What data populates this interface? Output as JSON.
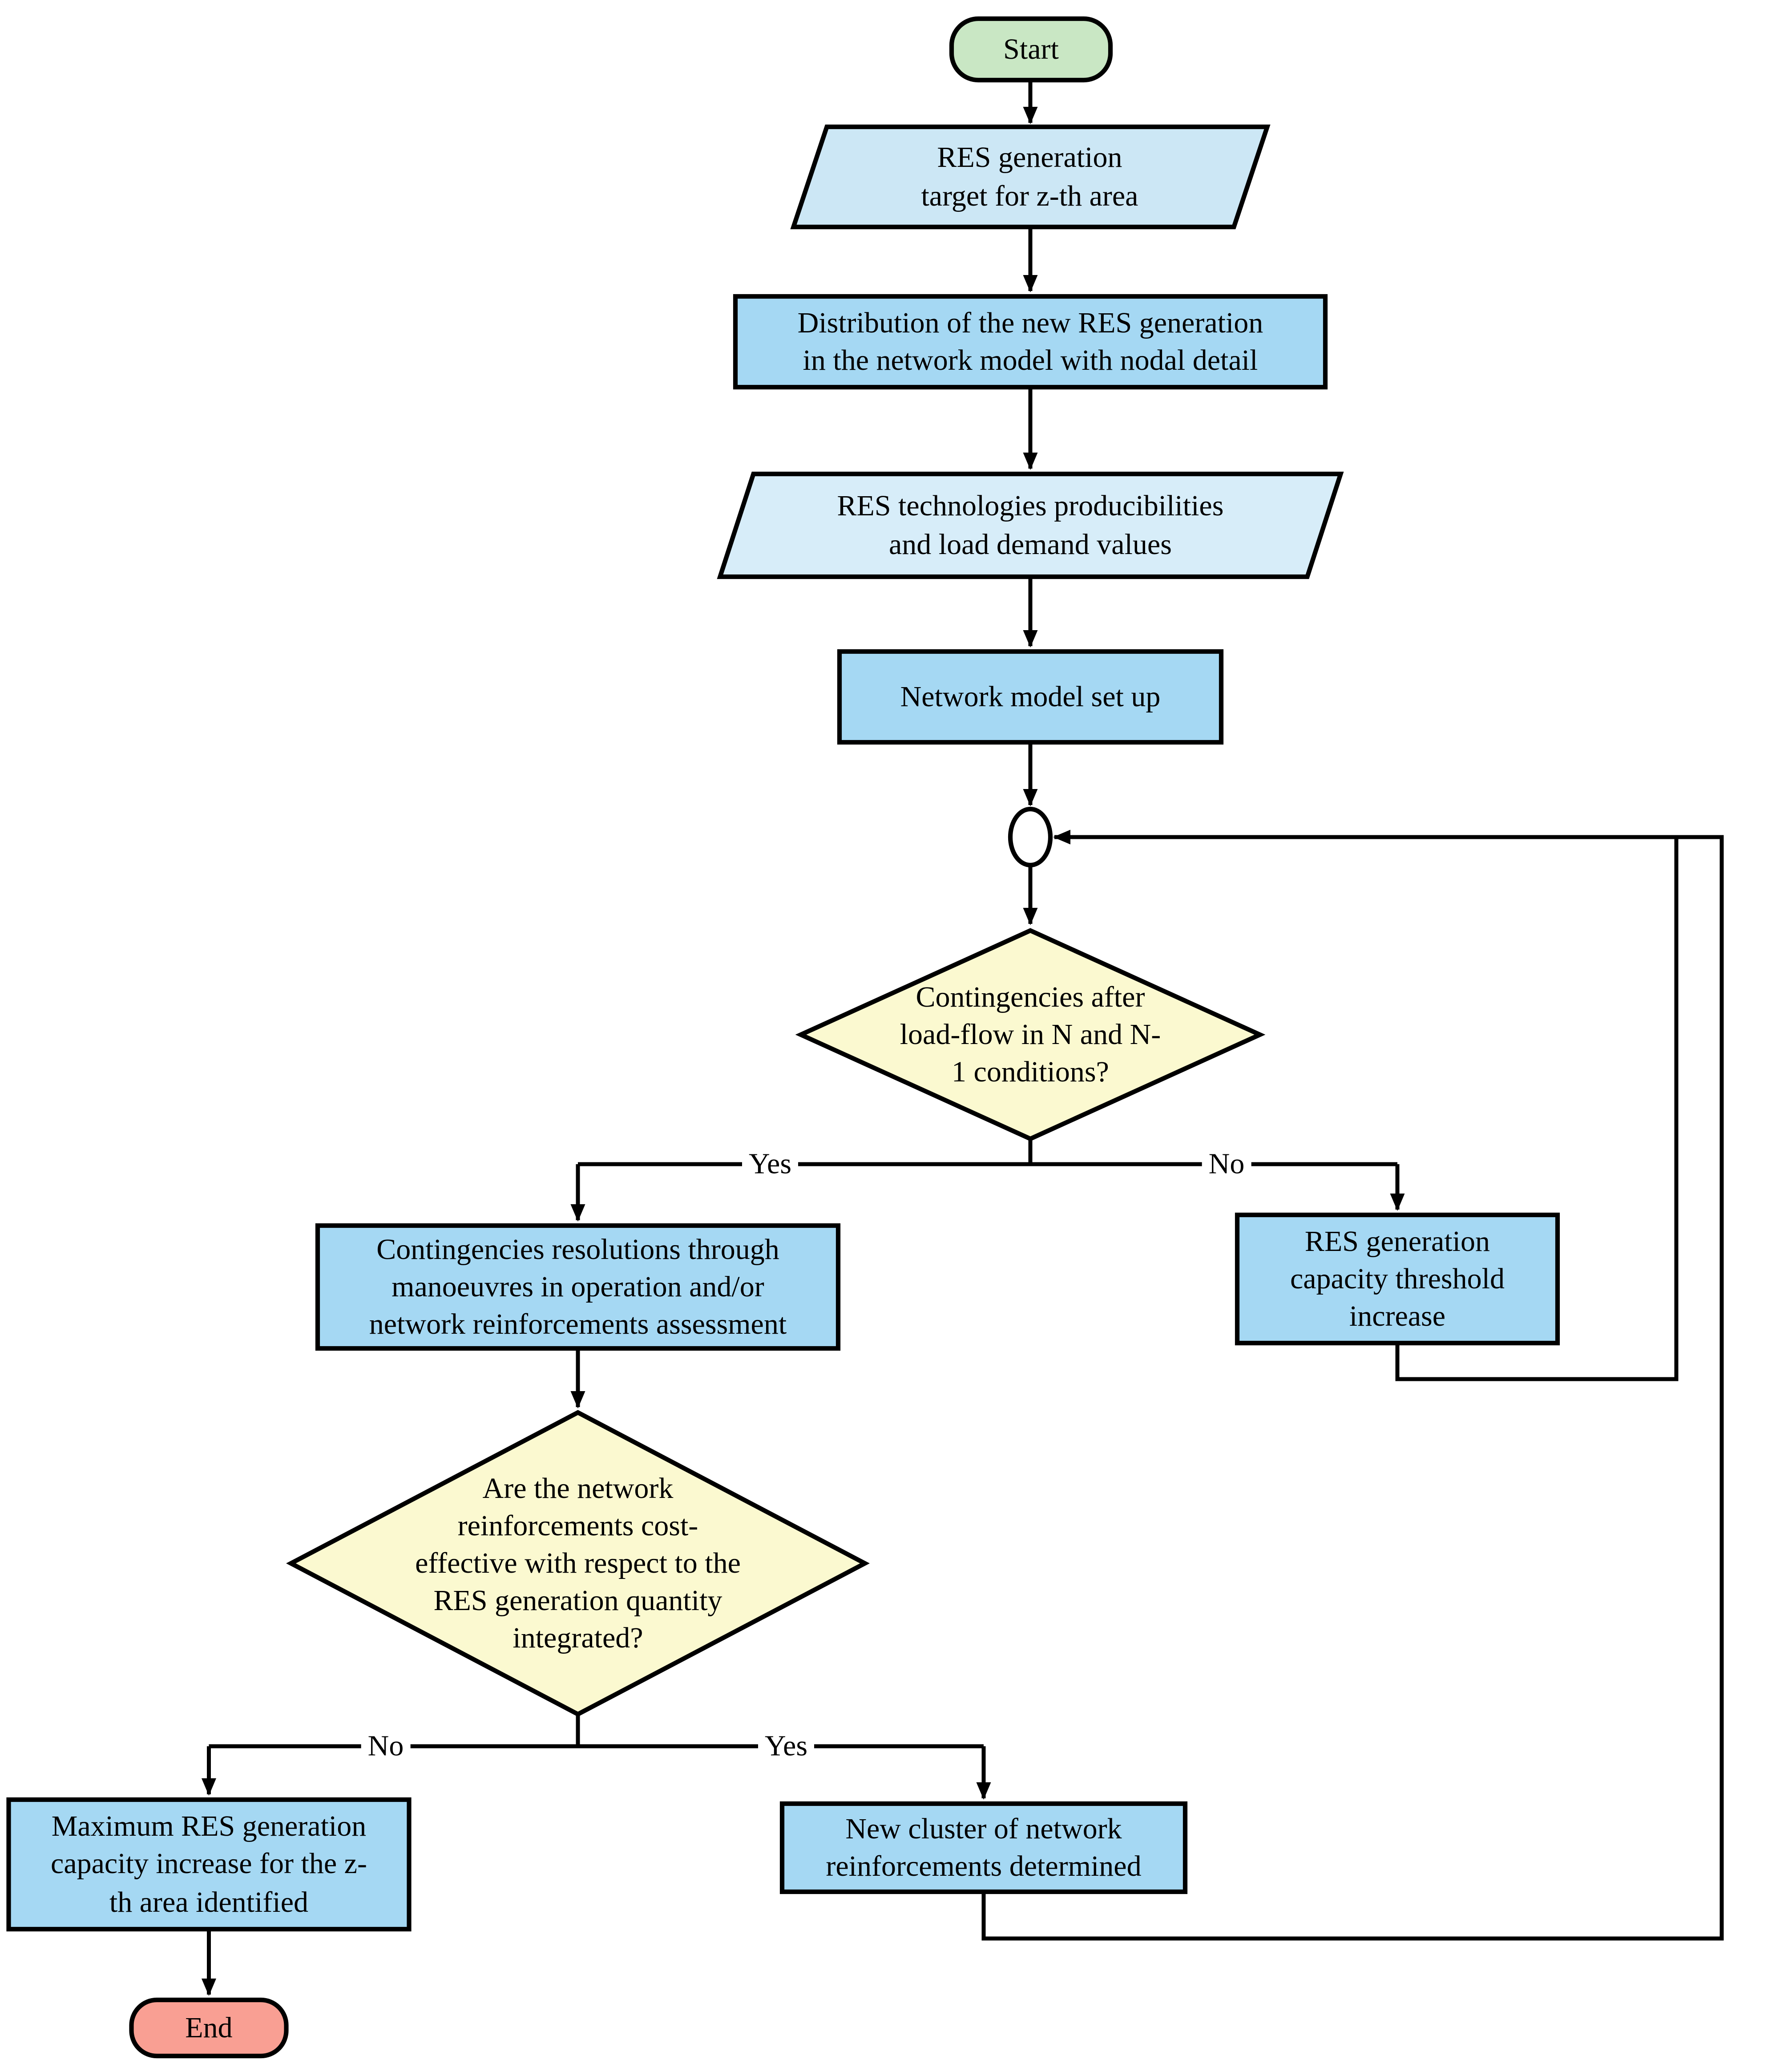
{
  "colors": {
    "start_fill": "#c9e7c4",
    "end_fill": "#f99f93",
    "process_fill": "#a5d8f3",
    "io_fill": "#cce7f5",
    "io_fill_light": "#d7edf9",
    "decision_fill": "#fbf9d0",
    "junction_fill": "#ffffff",
    "stroke": "#000000"
  },
  "nodes": {
    "start": {
      "label": "Start"
    },
    "res_target": {
      "label": "RES generation\ntarget for z-th area"
    },
    "distribution": {
      "label": "Distribution of the new RES generation\nin the network model with nodal detail"
    },
    "producibilities": {
      "label": "RES technologies producibilities\nand load demand values"
    },
    "network_setup": {
      "label": "Network model set up"
    },
    "contingencies_decision": {
      "label": "Contingencies after\nload-flow in N and N-\n1 conditions?"
    },
    "contingencies_resolution": {
      "label": "Contingencies resolutions through\nmanoeuvres in operation and/or\nnetwork reinforcements assessment"
    },
    "threshold_increase": {
      "label": "RES generation\ncapacity threshold\nincrease"
    },
    "cost_effective_decision": {
      "label": "Are the network\nreinforcements cost-\neffective with respect to the\nRES generation quantity\nintegrated?"
    },
    "max_capacity": {
      "label": "Maximum RES generation\ncapacity increase for the z-\nth area identified"
    },
    "new_cluster": {
      "label": "New cluster of network\nreinforcements determined"
    },
    "end": {
      "label": "End"
    }
  },
  "edge_labels": {
    "decision1_yes": "Yes",
    "decision1_no": "No",
    "decision2_no": "No",
    "decision2_yes": "Yes"
  }
}
